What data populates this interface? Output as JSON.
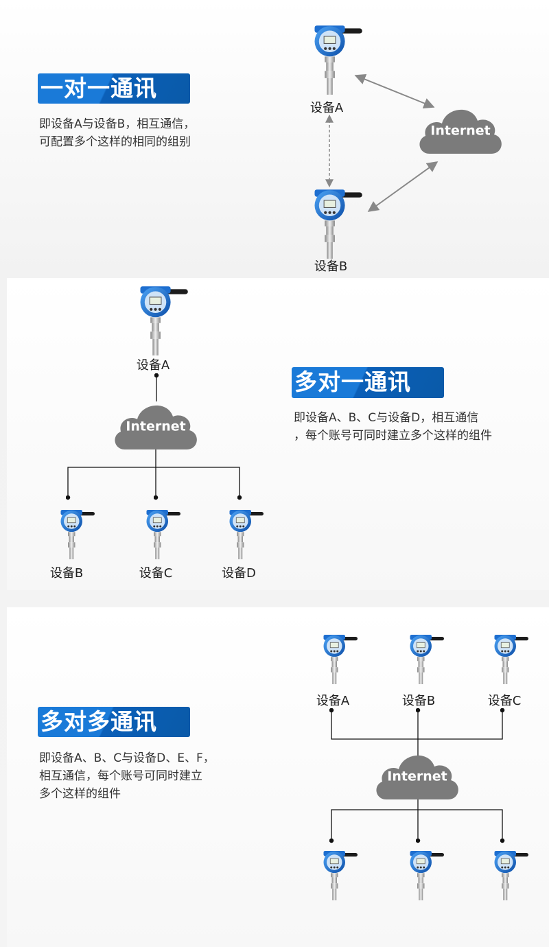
{
  "sections": [
    {
      "title": "一对一通讯",
      "desc": "即设备A与设备B，相互通信，\n可配置多个这样的相同的组别",
      "devices": [
        "设备A",
        "设备B"
      ],
      "cloud": "Internet"
    },
    {
      "title": "多对一通讯",
      "desc": "即设备A、B、C与设备D，相互通信\n，每个账号可同时建立多个这样的组件",
      "devices": [
        "设备A",
        "设备B",
        "设备C",
        "设备D"
      ],
      "cloud": "Internet"
    },
    {
      "title": "多对多通讯",
      "desc": "即设备A、B、C与设备D、E、F，\n相互通信，每个账号可同时建立\n多个这样的组件",
      "devices": [
        "设备A",
        "设备B",
        "设备C"
      ],
      "cloud": "Internet"
    }
  ],
  "colors": {
    "badge": "#1a7ad8",
    "cloud": "#7b7b7b",
    "device": "#1e6fd0"
  }
}
